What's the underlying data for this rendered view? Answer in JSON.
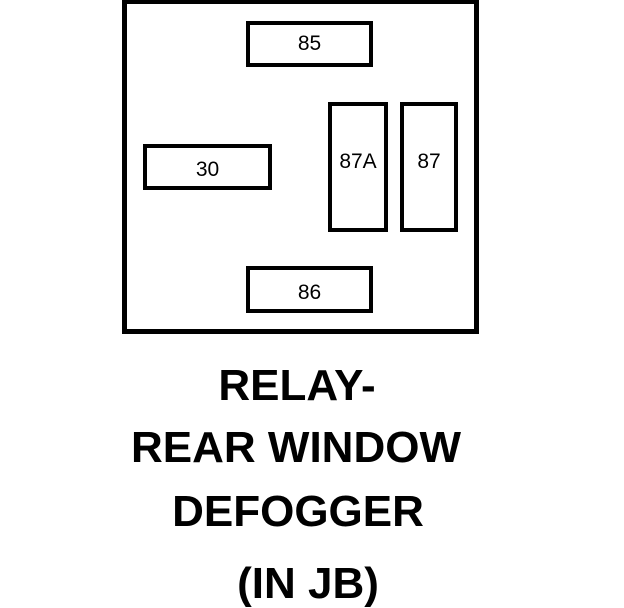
{
  "diagram": {
    "terminals": {
      "t85": "85",
      "t30": "30",
      "t87a": "87A",
      "t87": "87",
      "t86": "86"
    },
    "caption": {
      "line1": "RELAY-",
      "line2": "REAR WINDOW",
      "line3": "DEFOGGER",
      "line4": "(IN JB)"
    }
  },
  "colors": {
    "line": "#000000",
    "background": "#ffffff"
  }
}
